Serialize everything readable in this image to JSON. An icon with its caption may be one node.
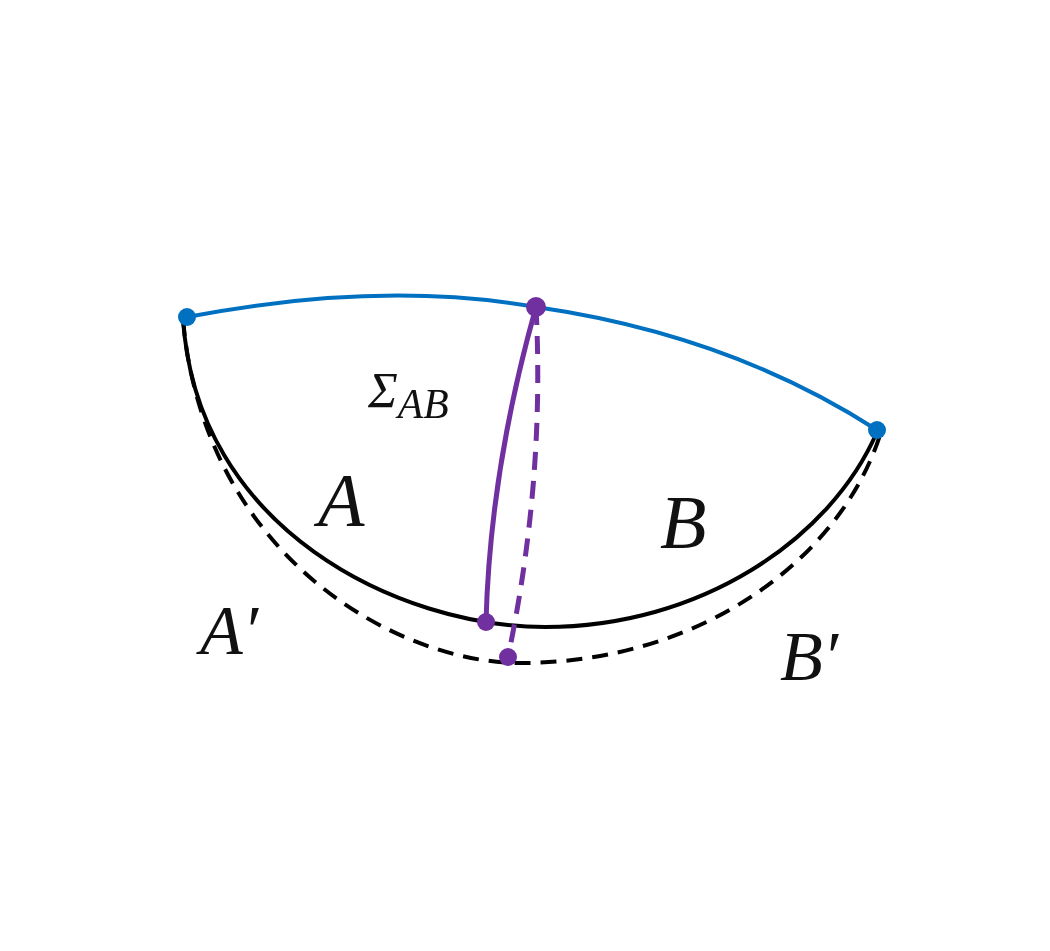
{
  "diagram": {
    "labels": [
      "Σ$_{AB}$",
      "A",
      "B",
      "A′",
      "B′"
    ]
  }
}
